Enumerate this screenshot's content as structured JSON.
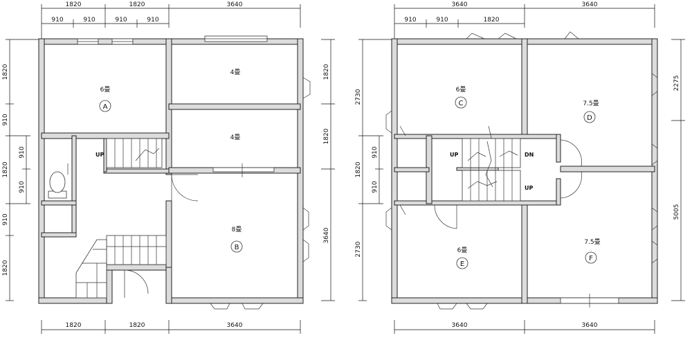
{
  "floor1": {
    "dims_top_1": [
      "1820",
      "1820",
      "3640"
    ],
    "dims_top_2": [
      "910",
      "910",
      "910",
      "910"
    ],
    "dims_bottom": [
      "1820",
      "1820",
      "3640"
    ],
    "dims_left": [
      "1820",
      "910",
      "910",
      "1820",
      "910",
      "910",
      "1820"
    ],
    "dims_right": [
      "1820",
      "1820",
      "3640"
    ],
    "rooms": {
      "a": {
        "size": "6畳",
        "mark": "A"
      },
      "b": {
        "size": "8畳",
        "mark": "B"
      },
      "r4a": {
        "size": "4畳"
      },
      "r4b": {
        "size": "4畳"
      }
    },
    "stair_up": "UP"
  },
  "floor2": {
    "dims_top_1": [
      "3640",
      "3640"
    ],
    "dims_top_2": [
      "910",
      "910",
      "1820"
    ],
    "dims_bottom": [
      "3640",
      "3640"
    ],
    "dims_left": [
      "2730",
      "910",
      "1820",
      "910",
      "2730"
    ],
    "dims_right": [
      "2275",
      "5005"
    ],
    "rooms": {
      "c": {
        "size": "6畳",
        "mark": "C"
      },
      "d": {
        "size": "7.5畳",
        "mark": "D"
      },
      "e": {
        "size": "6畳",
        "mark": "E"
      },
      "f": {
        "size": "7.5畳",
        "mark": "F"
      }
    },
    "stair_up_1": "UP",
    "stair_dn": "DN",
    "stair_up_2": "UP"
  }
}
